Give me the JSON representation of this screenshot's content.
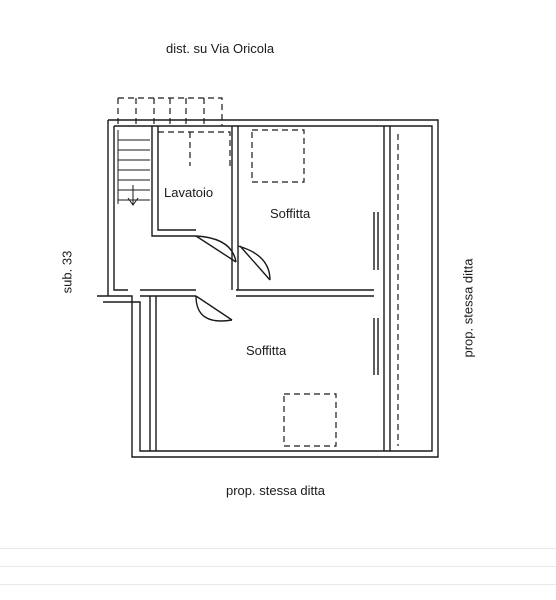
{
  "labels": {
    "top": "dist. su Via Oricola",
    "bottom": "prop. stessa ditta",
    "left": "sub. 33",
    "right": "prop. stessa ditta"
  },
  "rooms": [
    {
      "name": "Lavatoio"
    },
    {
      "name": "Soffitta"
    },
    {
      "name": "Soffitta"
    }
  ],
  "colors": {
    "line": "#1a1a1a",
    "background": "#ffffff"
  }
}
